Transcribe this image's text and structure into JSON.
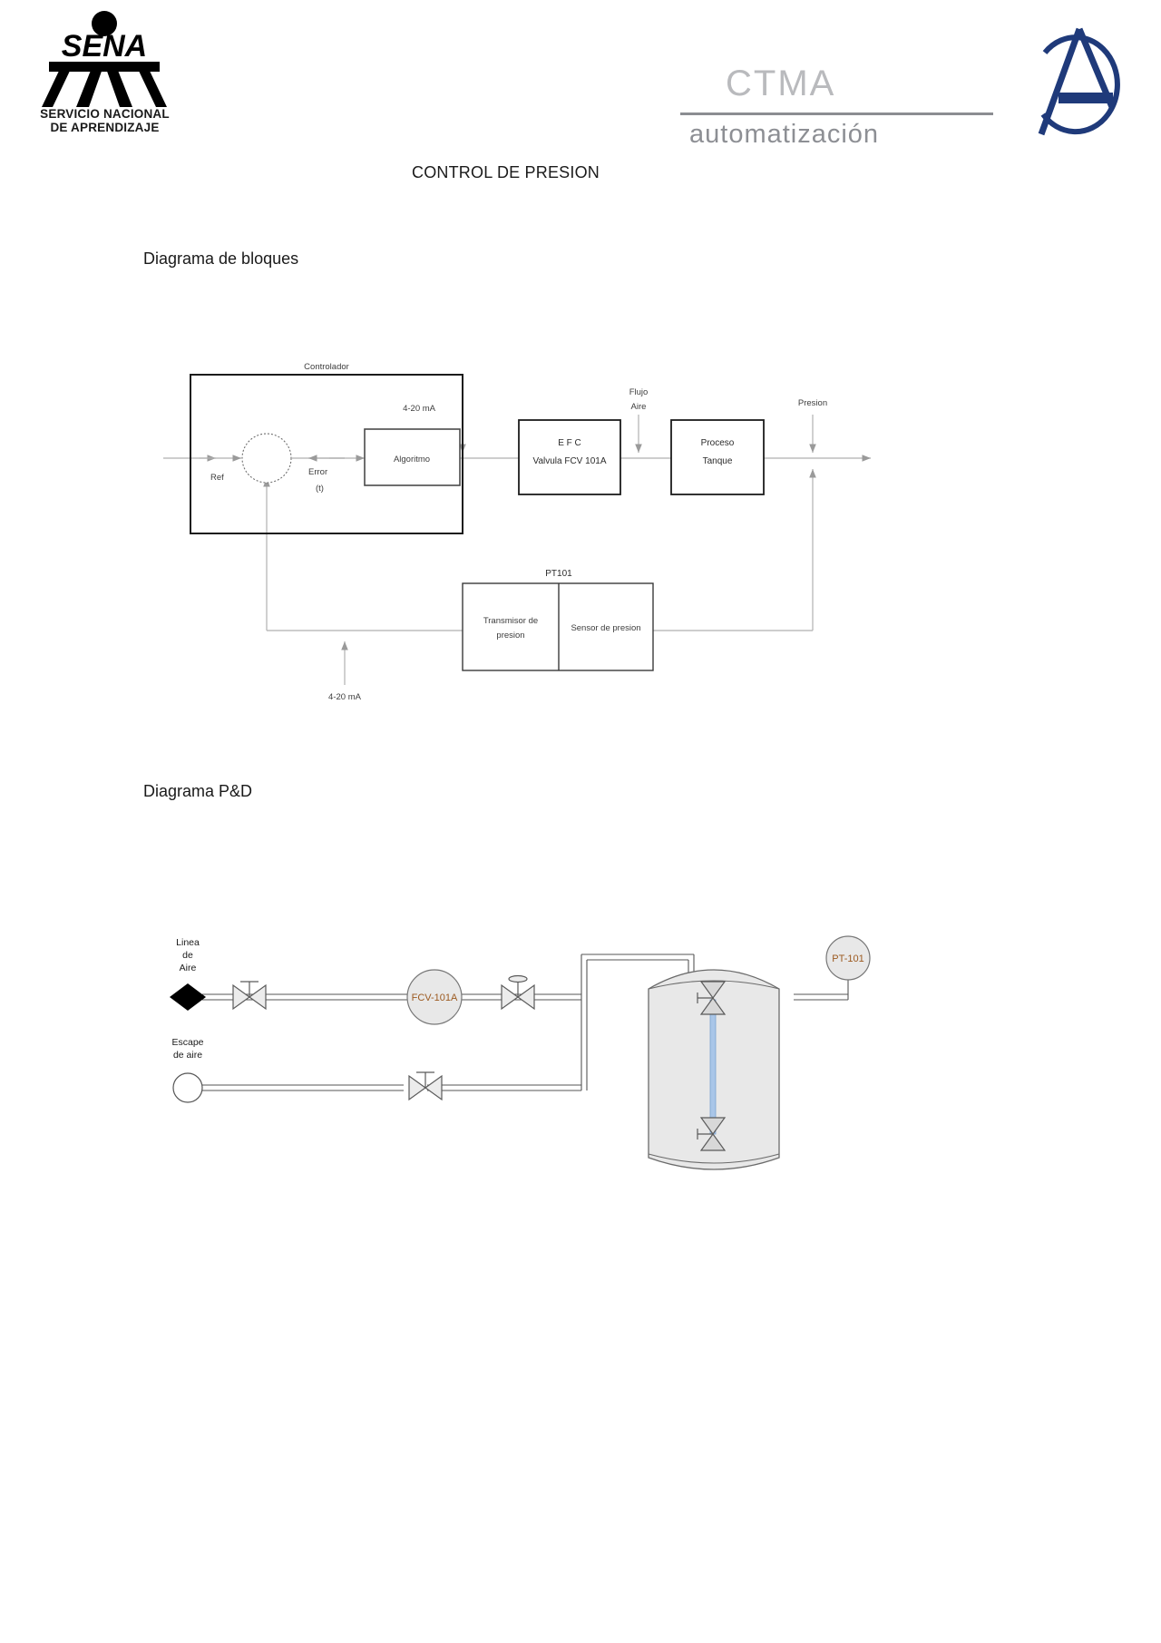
{
  "header": {
    "sena_logo_name": "sena-logo",
    "sena_line1": "SERVICIO NACIONAL",
    "sena_line2": "DE APRENDIZAJE",
    "ctma_name": "CTMA",
    "ctma_subtitle": "automatización",
    "ctma_mark_color": "#1f3a7a",
    "ctma_text_color": "#b9babd"
  },
  "document": {
    "title": "CONTROL DE PRESION",
    "section_blocks": "Diagrama de bloques",
    "section_pid": "Diagrama P&D"
  },
  "block_diagram": {
    "controller_label": "Controlador",
    "ref_label": "Ref",
    "error_label": "Error",
    "error_sub": "(t)",
    "algorithm_label": "Algoritmo",
    "signal_out": "4-20 mA",
    "signal_feedback": "4-20 mA",
    "efc_line1": "E F C",
    "efc_line2": "Valvula FCV 101A",
    "flow_line1": "Flujo",
    "flow_line2": "Aire",
    "process_line1": "Proceso",
    "process_line2": "Tanque",
    "pressure_label": "Presion",
    "transmitter_tag": "PT101",
    "transmitter_line1": "Transmisor de",
    "transmitter_line2": "presion",
    "sensor_label": "Sensor de presion"
  },
  "pid_diagram": {
    "air_line_1": "Linea",
    "air_line_2": "de",
    "air_line_3": "Aire",
    "exhaust_line_1": "Escape",
    "exhaust_line_2": "de aire",
    "control_valve_tag": "FCV-101A",
    "transmitter_tag": "PT-101",
    "tank_fill": "#e8e8e8",
    "tank_stroke": "#6b6b6b",
    "internal_pipe_color": "#a9c6e8",
    "tag_text_color": "#9c5a20"
  }
}
